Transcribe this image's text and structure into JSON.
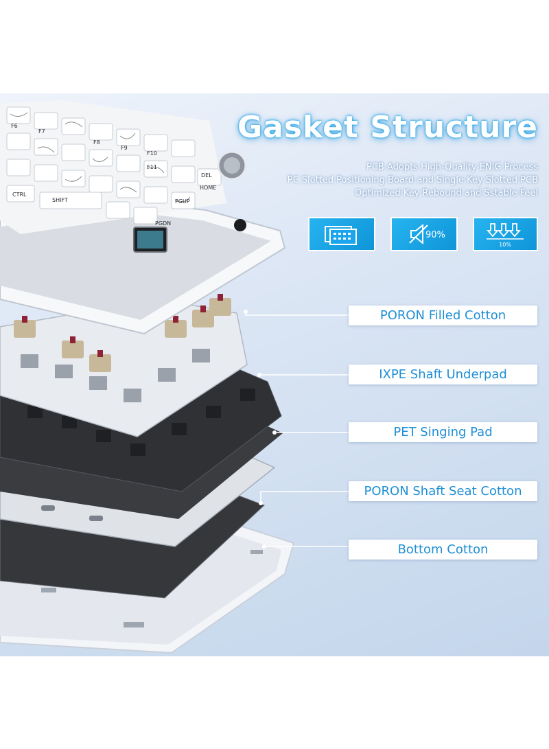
{
  "title": "Gasket Structure",
  "subtitle_lines": [
    "PCB Adopts High-Quality ENIG Process",
    "PC Slotted Positioning Board and Single Key Slotted PCB",
    "Optimized Key Rebound and Sstable Feel"
  ],
  "feature_icons": [
    {
      "name": "pcb-board-icon"
    },
    {
      "name": "sound-reduction-icon",
      "text": "90%"
    },
    {
      "name": "key-rebound-icon",
      "text": "10%"
    }
  ],
  "layer_labels": [
    "PORON Filled Cotton",
    "IXPE Shaft Underpad",
    "PET Singing Pad",
    "PORON Shaft Seat Cotton",
    "Bottom Cotton"
  ],
  "keycap_legends": [
    "F6",
    "F7",
    "F8",
    "F9",
    "F10",
    "F11",
    "DEL",
    "HOME",
    "PGUP",
    "PGDN",
    "SHIFT",
    "CTRL"
  ],
  "colors": {
    "accent_blue": "#1f8fd6",
    "icon_blue": "#1ba6ec",
    "switch_stem_red": "#8e2335",
    "switch_housing": "#c7b89a",
    "plate_dark": "#3d3f43"
  }
}
